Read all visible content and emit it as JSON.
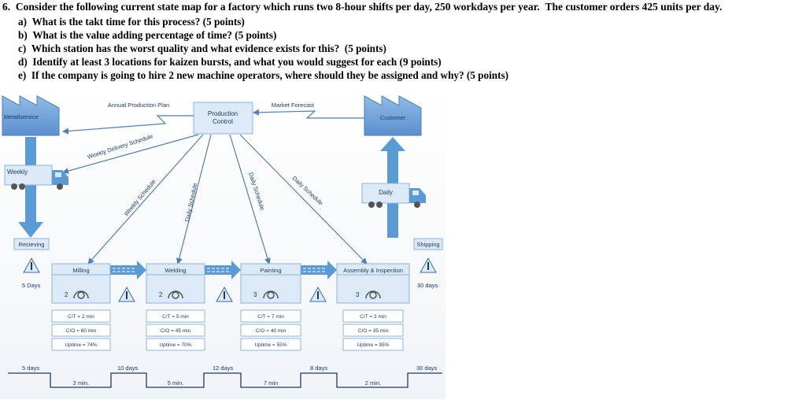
{
  "question": {
    "title": "6.  Consider the following current state map for a factory which runs two 8-hour shifts per day, 250 workdays per year.  The customer orders 425 units per day.",
    "parts": [
      "a)  What is the takt time for this process? (5 points)",
      "b)  What is the value adding percentage of time? (5 points)",
      "c)  Which station has the worst quality and what evidence exists for this?  (5 points)",
      "d)  Identify at least 3 locations for kaizen bursts, and what you would suggest for each (9 points)",
      "e)  If the company is going to hire 2 new machine operators, where should they be assigned and why? (5 points)"
    ]
  },
  "map": {
    "supplier": "Metallservice",
    "customer": "Customer",
    "control": {
      "line1": "Production",
      "line2": "Control"
    },
    "annual_plan": "Annual Production Plan",
    "market_forecast": "Market Forecast",
    "weekly_delivery": "Weekly Delivery Schedule",
    "weekly_schedule": "Weekly Schedule",
    "daily_schedule": "Daily Schedule",
    "truck_in": "Weekly",
    "truck_out": "Daily",
    "receiving": "Recieving",
    "receiving_inventory": "5 Days",
    "shipping": "Shipping",
    "shipping_inventory": "30 days"
  },
  "processes": [
    {
      "name": "Milling",
      "operators": "2",
      "ct": "C/T = 2 min",
      "co": "C/O = 60 min",
      "uptime": "Uptime = 74%"
    },
    {
      "name": "Welding",
      "operators": "2",
      "ct": "C/T = 5 min",
      "co": "C/O = 45 min",
      "uptime": "Uptime = 70%"
    },
    {
      "name": "Painting",
      "operators": "3",
      "ct": "C/T = 7 min",
      "co": "C/O = 40 min",
      "uptime": "Uptime = 55%"
    },
    {
      "name": "Assembly & Inspection",
      "operators": "3",
      "ct": "C/T = 3 min",
      "co": "C/O = 35 min",
      "uptime": "Uptime = 95%"
    }
  ],
  "timeline": {
    "days": [
      "5 days",
      "10 days",
      "12 days",
      "8 days",
      "30 days"
    ],
    "times": [
      "2 min.",
      "5 min.",
      "7 min",
      "2 min."
    ]
  },
  "colors": {
    "blue": "#5b9bd5",
    "box": "#dce9f6",
    "border": "#8db4e2",
    "label": "#2c4a72"
  }
}
